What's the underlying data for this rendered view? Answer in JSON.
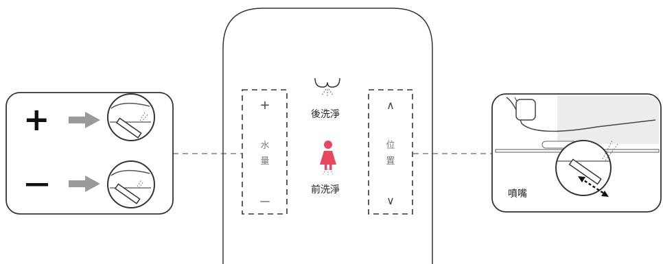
{
  "remote": {
    "rear_wash_label": "後洗淨",
    "front_wash_label": "前洗淨",
    "water_volume": {
      "increase_symbol": "+",
      "label_line1": "水",
      "label_line2": "量",
      "decrease_symbol": "—"
    },
    "position": {
      "up_symbol": "∧",
      "label_line1": "位",
      "label_line2": "置",
      "down_symbol": "∨"
    }
  },
  "left_panel": {
    "plus_symbol": "+",
    "minus_symbol": "—"
  },
  "right_panel": {
    "nozzle_label": "噴嘴"
  },
  "colors": {
    "front_wash_icon": "#e8475f",
    "arrow": "#9a9a9a",
    "line": "#444444"
  }
}
